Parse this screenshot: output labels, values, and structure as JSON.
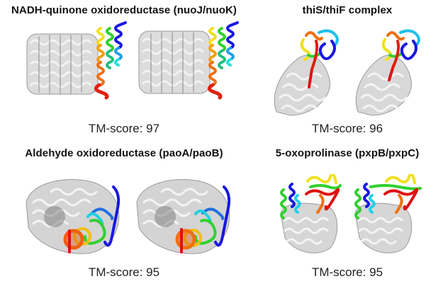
{
  "figure": {
    "panels": [
      {
        "id": "nuoJ-nuoK",
        "title": "NADH-quinone oxidoreductase (nuoJ/nuoK)",
        "tm_score_label": "TM-score: 97",
        "tm_score": 97,
        "style": "transmembrane helix bundle, colored helices on right"
      },
      {
        "id": "thiS-thiF",
        "title": "thiS/thiF complex",
        "tm_score_label": "TM-score: 96",
        "tm_score": 96,
        "style": "globular, colored small domain on top-right"
      },
      {
        "id": "paoA-paoB",
        "title": "Aldehyde oxidoreductase (paoA/paoB)",
        "tm_score_label": "TM-score: 95",
        "tm_score": 95,
        "style": "large globular, colored domain lower-right"
      },
      {
        "id": "pxpB-pxpC",
        "title": "5-oxoprolinase (pxpB/pxpC)",
        "tm_score_label": "TM-score: 95",
        "tm_score": 95,
        "style": "globular, colored domains on top"
      }
    ],
    "colors": {
      "backbone": "#c8c8c8",
      "backbone_edge": "#8a8a8a",
      "rainbow": [
        "#1010e0",
        "#1a6ee8",
        "#20d0e8",
        "#20d040",
        "#8ee020",
        "#f0e020",
        "#f0a010",
        "#f06010",
        "#e01010"
      ]
    }
  }
}
